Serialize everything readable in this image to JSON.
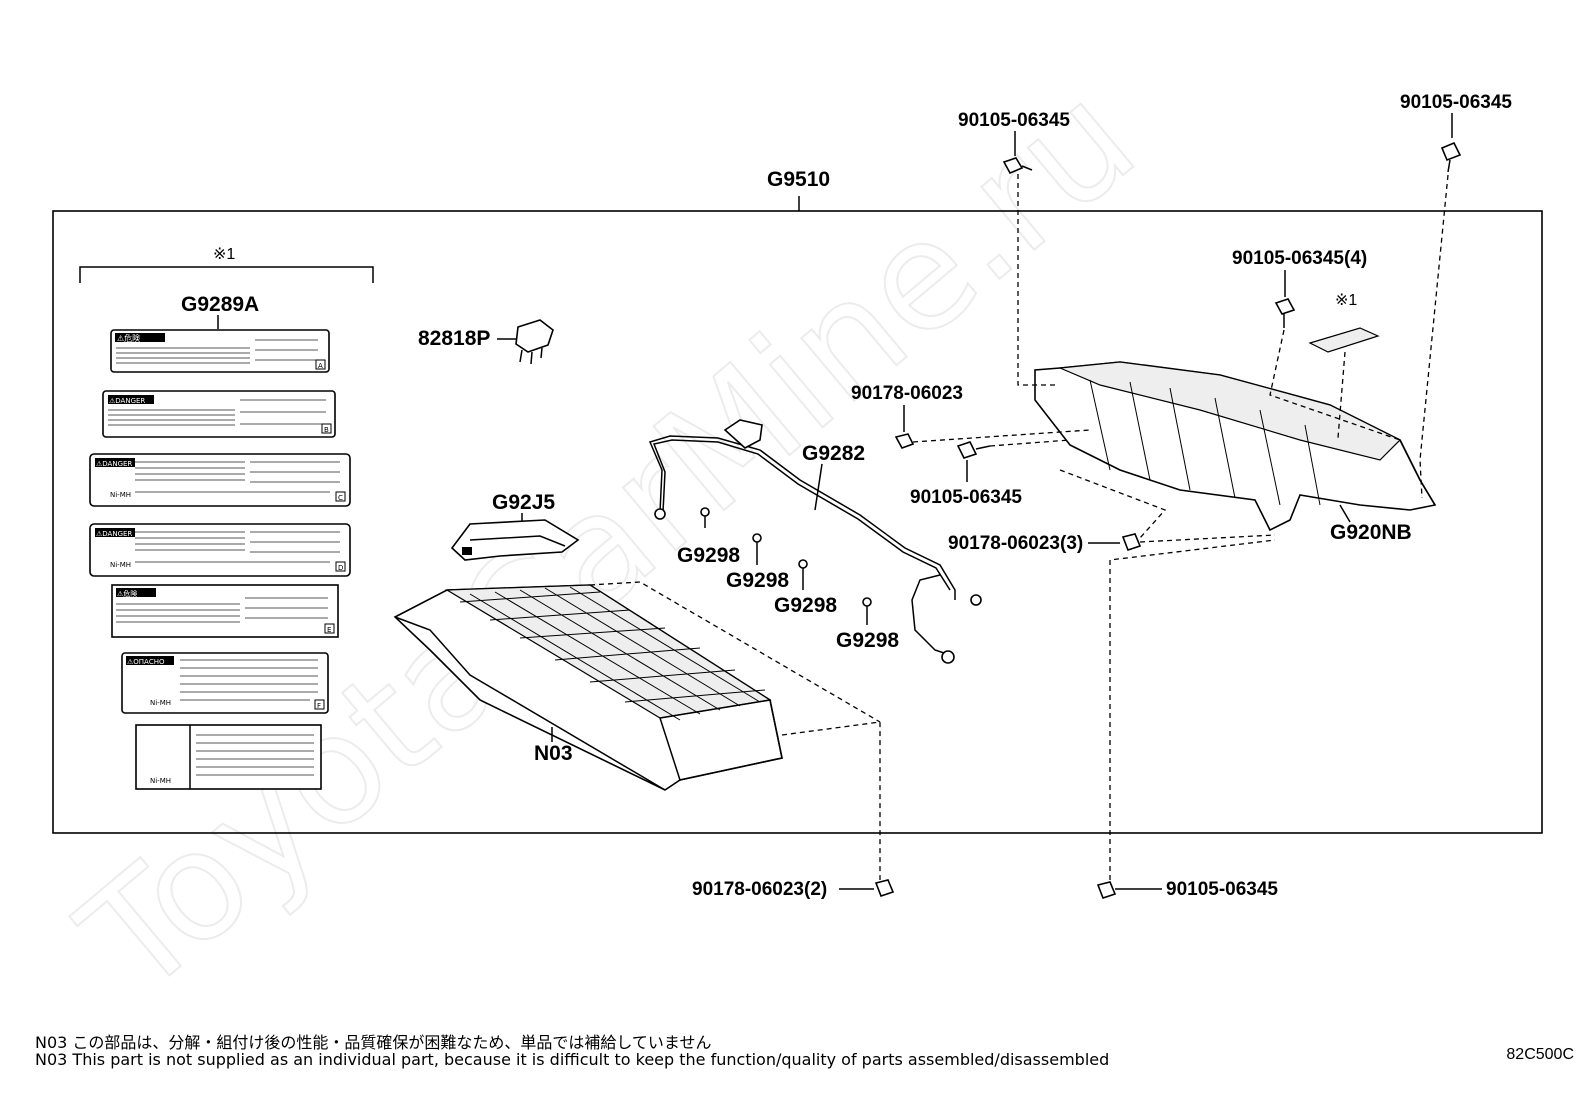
{
  "watermark": "ToyotaCarMine.ru",
  "group_label": "G9510",
  "bracket_mark": "※1",
  "cover_mark": "※1",
  "labels": {
    "g9289a": "G9289A",
    "p82818": "82818P",
    "g92j5": "G92J5",
    "n03": "N03",
    "g9282": "G9282",
    "g9298_1": "G9298",
    "g9298_2": "G9298",
    "g9298_3": "G9298",
    "g9298_4": "G9298",
    "g920nb": "G920NB",
    "b_top_mid": "90105-06345",
    "b_top_right": "90105-06345",
    "b_four": "90105-06345(4)",
    "nut_mid": "90178-06023",
    "bolt_mid": "90105-06345",
    "nut_three": "90178-06023(3)",
    "nut_two": "90178-06023(2)",
    "bolt_bottom": "90105-06345"
  },
  "decals": {
    "d1_header": "⚠危険",
    "d2_header": "⚠DANGER",
    "d3_header": "⚠DANGER",
    "d4_header": "⚠DANGER",
    "d5_header": "⚠危険",
    "d6_header": "⚠ОПАСНО",
    "d3_nimh": "Ni-MH",
    "d4_nimh": "Ni-MH",
    "d6_nimh": "Ni-MH",
    "d7_nimh": "Ni-MH",
    "d1_letter": "A",
    "d2_letter": "B",
    "d3_letter": "C",
    "d4_letter": "D",
    "d5_letter": "E",
    "d6_letter": "F"
  },
  "notes": {
    "jp": "N03 この部品は、分解・組付け後の性能・品質確保が困難なため、単品では補給していません",
    "en": "N03 This part is not supplied as an individual part, because it is difficult to keep the function/quality of parts assembled/disassembled"
  },
  "diagram_code": "82C500C"
}
